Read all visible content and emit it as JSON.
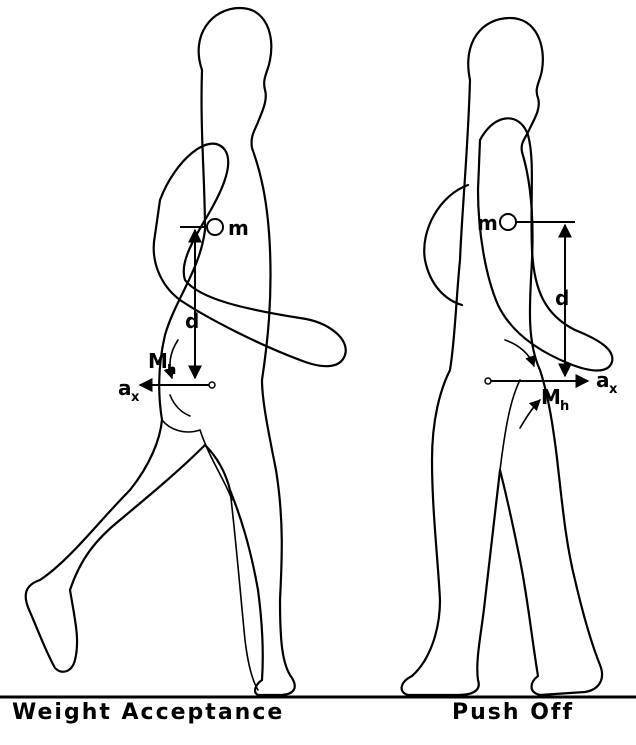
{
  "captions": {
    "left": "Weight Acceptance",
    "right": "Push Off"
  },
  "labels": {
    "mass": "m",
    "distance": "d",
    "moment": "M",
    "moment_sub": "h",
    "accel": "a",
    "accel_sub": "x"
  }
}
